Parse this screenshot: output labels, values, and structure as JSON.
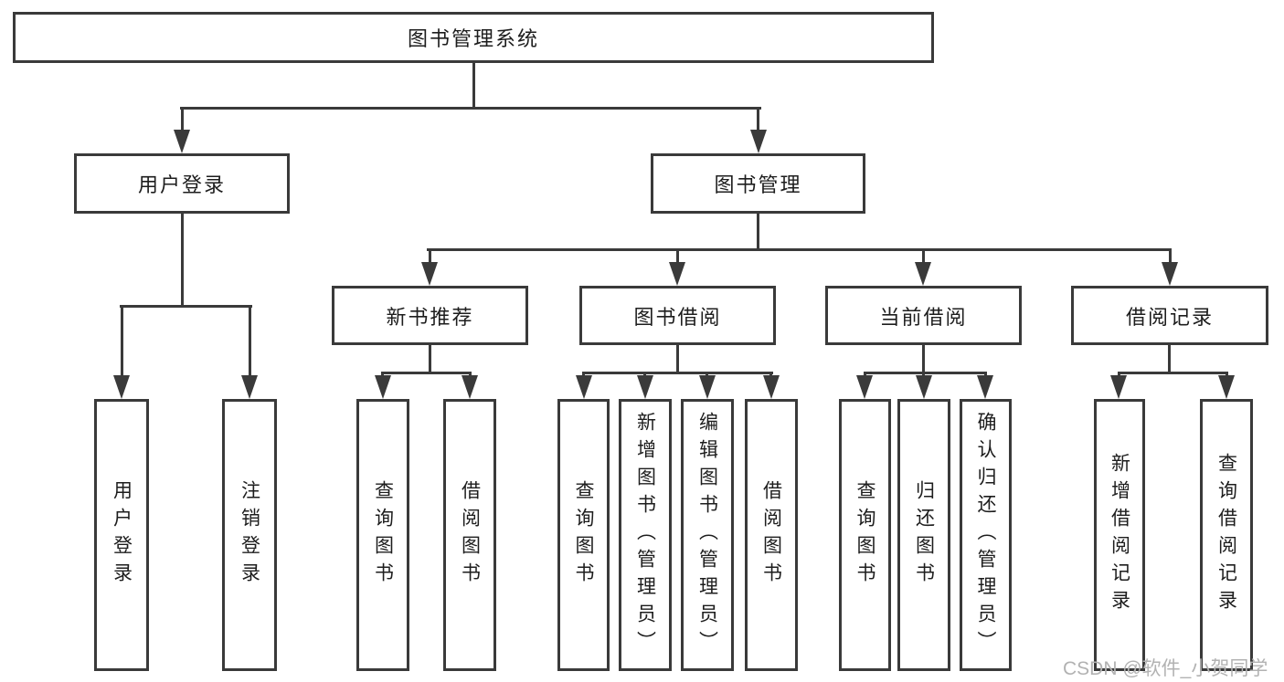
{
  "diagram": {
    "root": "图书管理系统",
    "branches": [
      {
        "label": "用户登录",
        "children": [
          "用户登录",
          "注销登录"
        ]
      },
      {
        "label": "图书管理",
        "subbranches": [
          {
            "label": "新书推荐",
            "children": [
              "查询图书",
              "借阅图书"
            ]
          },
          {
            "label": "图书借阅",
            "children": [
              "查询图书",
              "新增图书（管理员）",
              "编辑图书（管理员）",
              "借阅图书"
            ]
          },
          {
            "label": "当前借阅",
            "children": [
              "查询图书",
              "归还图书",
              "确认归还（管理员）"
            ]
          },
          {
            "label": "借阅记录",
            "children": [
              "新增借阅记录",
              "查询借阅记录"
            ]
          }
        ]
      }
    ]
  },
  "watermark": "CSDN @软件_小贺同学",
  "colors": {
    "line": "#3a3a3a",
    "text": "#1d1d1d",
    "background": "#ffffff",
    "watermark": "#b2b2b2"
  }
}
